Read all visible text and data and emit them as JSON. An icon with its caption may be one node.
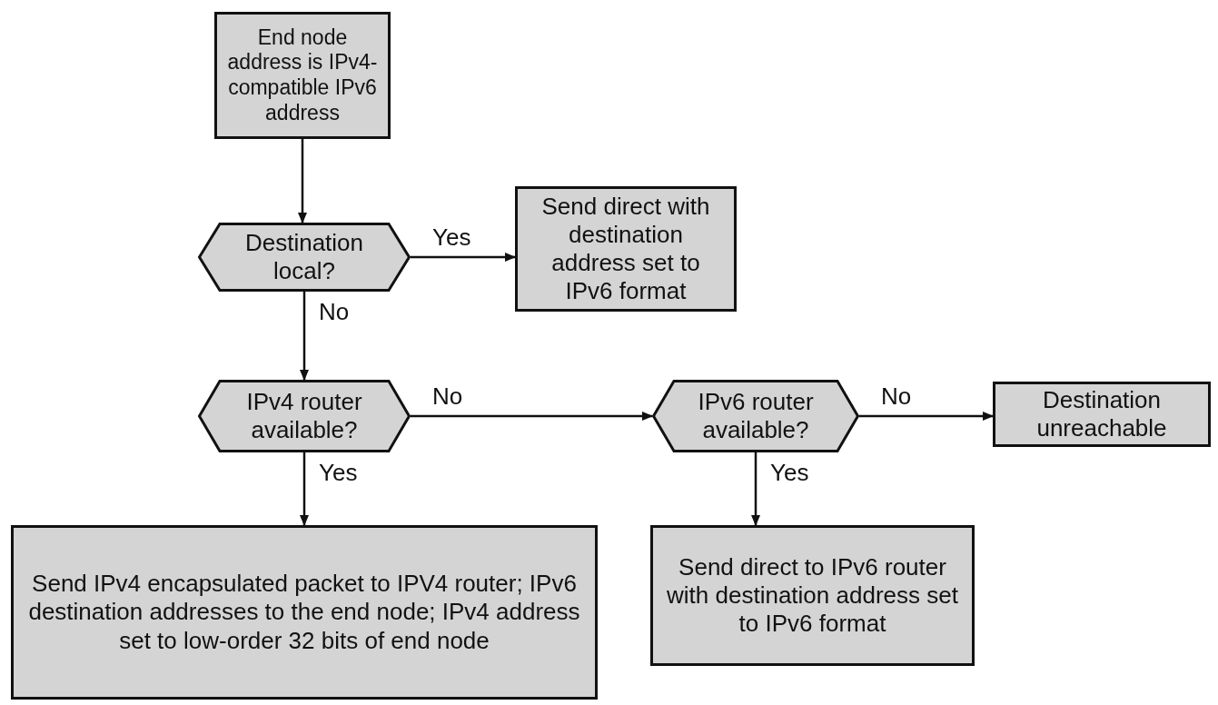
{
  "diagram": {
    "nodes": [
      {
        "text": [
          "End node address is IPv4-compatible IPv6 address"
        ]
      },
      {
        "text": [
          "Destination local?"
        ]
      },
      {
        "text": [
          "Send direct with destination address set to IPv6 format"
        ]
      },
      {
        "text": [
          "IPv4 router available?"
        ]
      },
      {
        "text": [
          "IPv6 router available?"
        ]
      },
      {
        "text": [
          "Destination unreachable"
        ]
      },
      {
        "text": [
          "Send IPv4 encapsulated packet to IPV4 router; IPv6 destination addresses to the end node; IPv4 address set to low-order 32 bits of end node"
        ]
      },
      {
        "text": [
          "Send direct to IPv6 router with destination address set to IPv6 format"
        ]
      }
    ],
    "edges": [
      {
        "from": 0,
        "to": 1,
        "arrow": "to"
      },
      {
        "from": 1,
        "to": 2,
        "arrow": "to",
        "label": "Yes"
      },
      {
        "from": 1,
        "to": 3,
        "arrow": "to",
        "label": "No"
      },
      {
        "from": 3,
        "to": 4,
        "arrow": "to",
        "label": "No"
      },
      {
        "from": 4,
        "to": 5,
        "arrow": "to",
        "label": "No"
      },
      {
        "from": 3,
        "to": 6,
        "arrow": "to",
        "label": "Yes"
      },
      {
        "from": 4,
        "to": 7,
        "arrow": "to",
        "label": "Yes"
      }
    ]
  }
}
